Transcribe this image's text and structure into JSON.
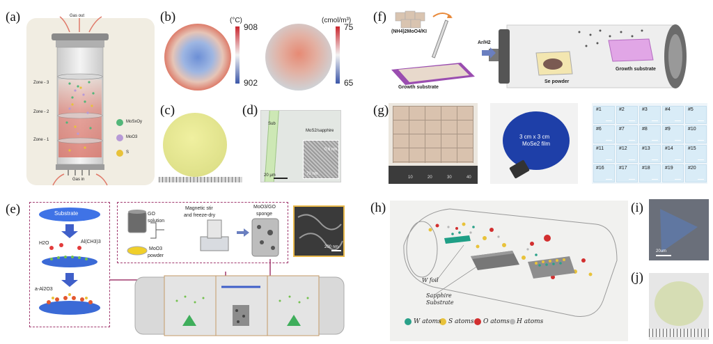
{
  "panels": {
    "a": {
      "label": "(a)",
      "gas_out": "Gas out",
      "gas_in": "Gas in",
      "zones": [
        "Zone - 3",
        "Zone - 2",
        "Zone - 1"
      ],
      "legend": [
        {
          "text": "MoSxOy",
          "color": "#53b67a"
        },
        {
          "text": "MoO3",
          "color": "#b79ad6"
        },
        {
          "text": "S",
          "color": "#e8c23a"
        }
      ]
    },
    "b": {
      "label": "(b)",
      "unit1": "(°C)",
      "max1": "908",
      "min1": "902",
      "unit2": "(cmol/m³)",
      "max2": "75",
      "min2": "65"
    },
    "c": {
      "label": "(c)"
    },
    "d": {
      "label": "(d)",
      "sub": "Sub",
      "title": "MoS2/sapphire",
      "scale1": "20 µm",
      "scale2": "70 nm",
      "inset": "0.6 nm"
    },
    "e": {
      "label": "(e)",
      "substrate": "Substrate",
      "h2o": "H2O",
      "al": "Al(CH3)3",
      "aal": "a-Al2O3",
      "go": "GO",
      "solution": "solution",
      "moo3": "MoO3",
      "powder": "powder",
      "stir1": "Magnetic stir",
      "stir2": "and freeze-dry",
      "sponge1": "MoO3/GO",
      "sponge2": "sponge",
      "sem": "200 nm"
    },
    "f": {
      "label": "(f)",
      "precursor": "(NH4)2MoO4/KI",
      "growth1": "Growth substrate",
      "gas": "Ar/H2",
      "se": "Se powder",
      "growth2": "Growth substrate"
    },
    "g": {
      "label": "(g)",
      "ruler": [
        "10",
        "20",
        "30",
        "40"
      ],
      "film1": "3 cm x 3 cm",
      "film2": "MoSe2 film",
      "cells": [
        "#1",
        "#2",
        "#3",
        "#4",
        "#5",
        "#6",
        "#7",
        "#8",
        "#9",
        "#10",
        "#11",
        "#12",
        "#13",
        "#14",
        "#15",
        "#16",
        "#17",
        "#18",
        "#19",
        "#20"
      ]
    },
    "h": {
      "label": "(h)",
      "wfoil": "W foil",
      "sapphire1": "Sapphire",
      "sapphire2": "Substrate",
      "legend": [
        {
          "text": "W atoms",
          "color": "#2aa189"
        },
        {
          "text": "S atoms",
          "color": "#e8c23a"
        },
        {
          "text": "O atoms",
          "color": "#d22f2f"
        },
        {
          "text": "H atoms",
          "color": "#b7b7b7"
        }
      ]
    },
    "i": {
      "label": "(i)",
      "scale": "20um"
    },
    "j": {
      "label": "(j)"
    }
  }
}
